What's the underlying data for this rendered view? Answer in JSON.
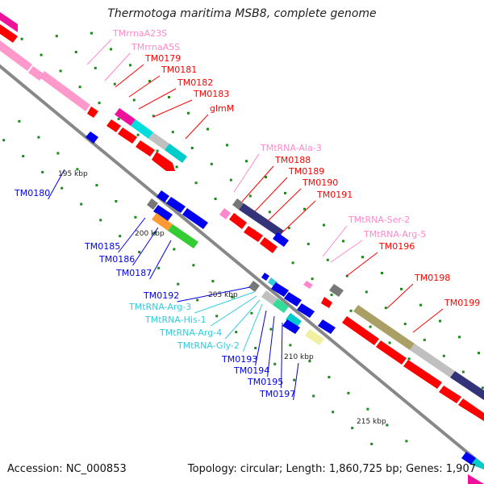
{
  "title": "Thermotoga maritima MSB8, complete genome",
  "footer": {
    "accession": "Accession: NC_000853",
    "summary": "Topology: circular; Length: 1,860,725 bp; Genes: 1,907"
  },
  "colors": {
    "cds_forward": "#ff0000",
    "cds_reverse": "#0000ee",
    "rrna": "#ff88cc",
    "trna": "#33ccdd",
    "backbone": "#888888",
    "tick": "#1a8a1a",
    "cog_navy": "#33337a",
    "cog_olive": "#aaa066",
    "cog_grey": "#c0c0c0",
    "cog_cyan": "#00dddd",
    "cog_magenta": "#ee1199",
    "cog_green": "#33cc33",
    "cog_orange": "#ff9933",
    "cog_yellow": "#f0f0a0",
    "cog_darkgrey": "#777777"
  },
  "ruler": [
    {
      "text": "195 kbp"
    },
    {
      "text": "200 kbp"
    },
    {
      "text": "205 kbp"
    },
    {
      "text": "210 kbp"
    },
    {
      "text": "215 kbp"
    }
  ],
  "genes": [
    {
      "text": "TMrrnaA23S",
      "kind": "rrna"
    },
    {
      "text": "TMrrnaA5S",
      "kind": "rrna"
    },
    {
      "text": "TM0179",
      "kind": "fwd"
    },
    {
      "text": "TM0181",
      "kind": "fwd"
    },
    {
      "text": "TM0182",
      "kind": "fwd"
    },
    {
      "text": "TM0183",
      "kind": "fwd"
    },
    {
      "text": "glmM",
      "kind": "fwd"
    },
    {
      "text": "TM0180",
      "kind": "rev"
    },
    {
      "text": "TMtRNA-Ala-3",
      "kind": "rrna"
    },
    {
      "text": "TM0188",
      "kind": "fwd"
    },
    {
      "text": "TM0189",
      "kind": "fwd"
    },
    {
      "text": "TM0190",
      "kind": "fwd"
    },
    {
      "text": "TM0191",
      "kind": "fwd"
    },
    {
      "text": "TMtRNA-Ser-2",
      "kind": "rrna"
    },
    {
      "text": "TMtRNA-Arg-5",
      "kind": "rrna"
    },
    {
      "text": "TM0196",
      "kind": "fwd"
    },
    {
      "text": "TM0198",
      "kind": "fwd"
    },
    {
      "text": "TM0199",
      "kind": "fwd"
    },
    {
      "text": "TM0185",
      "kind": "rev"
    },
    {
      "text": "TM0186",
      "kind": "rev"
    },
    {
      "text": "TM0187",
      "kind": "rev"
    },
    {
      "text": "TM0192",
      "kind": "rev"
    },
    {
      "text": "TMtRNA-Arg-3",
      "kind": "trna"
    },
    {
      "text": "TMtRNA-His-1",
      "kind": "trna"
    },
    {
      "text": "TMtRNA-Arg-4",
      "kind": "trna"
    },
    {
      "text": "TMtRNA-Gly-2",
      "kind": "trna"
    },
    {
      "text": "TM0193",
      "kind": "rev"
    },
    {
      "text": "TM0194",
      "kind": "rev"
    },
    {
      "text": "TM0195",
      "kind": "rev"
    },
    {
      "text": "TM0197",
      "kind": "rev"
    }
  ]
}
